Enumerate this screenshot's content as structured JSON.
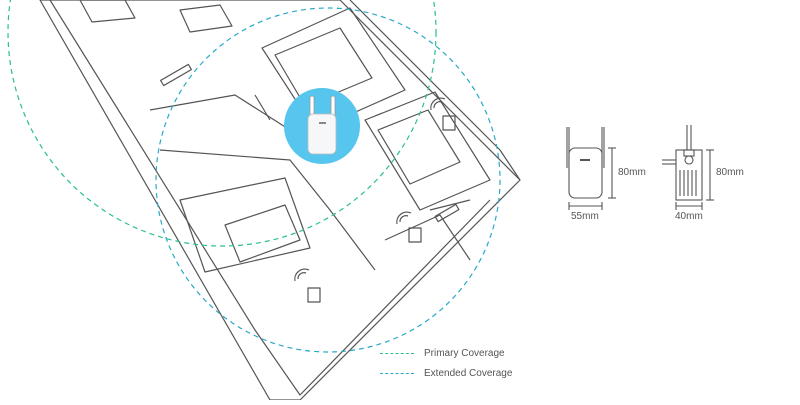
{
  "colors": {
    "primary_coverage": "#2bbf8e",
    "extended_coverage": "#2aa8c8",
    "device_highlight": "#56c6ee",
    "line_art": "#555555"
  },
  "legend": {
    "primary_label": "Primary Coverage",
    "extended_label": "Extended Coverage"
  },
  "dimensions": {
    "front_width": "55mm",
    "front_height": "80mm",
    "side_depth": "40mm",
    "side_height": "80mm"
  },
  "icons": [
    "floor-plan",
    "wifi-signal-icon",
    "range-extender-device",
    "ruler-marks"
  ]
}
